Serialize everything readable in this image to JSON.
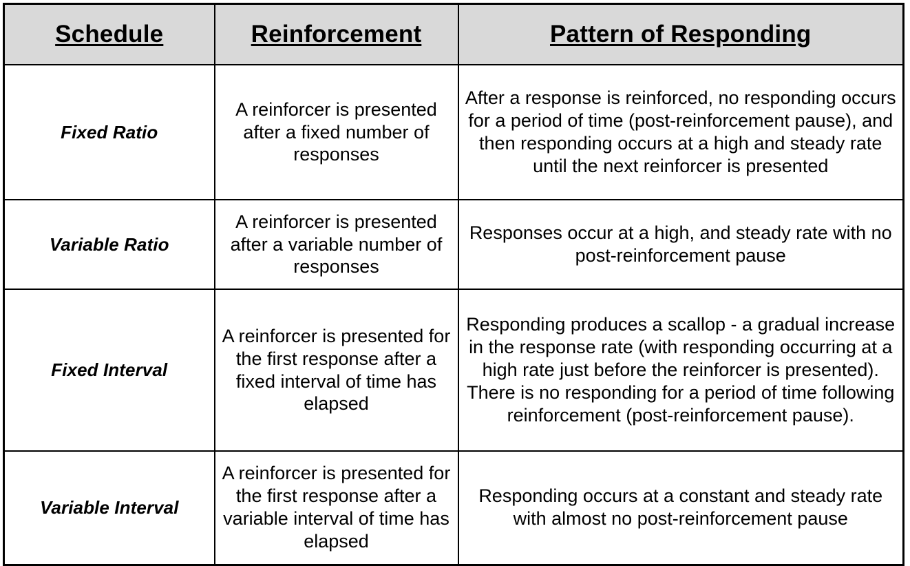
{
  "document": {
    "type": "table",
    "background_color": "#ffffff",
    "border_color": "#000000",
    "header_background_color": "#d9d9d9"
  },
  "table": {
    "columns": [
      {
        "key": "schedule",
        "label": "Schedule"
      },
      {
        "key": "reinforcement",
        "label": "Reinforcement"
      },
      {
        "key": "pattern",
        "label": "Pattern of Responding"
      }
    ],
    "rows": [
      {
        "schedule": "Fixed Ratio",
        "reinforcement": "A reinforcer is presented after a fixed number of responses",
        "pattern": "After a response is reinforced, no responding occurs for a period of time (post-reinforcement pause), and then responding occurs at a high and steady rate until the next reinforcer is presented"
      },
      {
        "schedule": "Variable Ratio",
        "reinforcement": "A reinforcer is presented after a variable number of responses",
        "pattern": "Responses occur at a high, and steady rate with no post-reinforcement pause"
      },
      {
        "schedule": "Fixed Interval",
        "reinforcement": "A reinforcer is presented for the first response after a fixed interval of time has elapsed",
        "pattern": "Responding produces a scallop - a gradual increase in the response rate (with responding occurring at a high rate just before the reinforcer is presented).  There is no responding for a period of time following reinforcement (post-reinforcement pause)."
      },
      {
        "schedule": "Variable Interval",
        "reinforcement": "A reinforcer is presented for the first response after a variable interval of time has elapsed",
        "pattern": "Responding occurs at a constant and steady rate with almost no post-reinforcement pause"
      }
    ]
  }
}
